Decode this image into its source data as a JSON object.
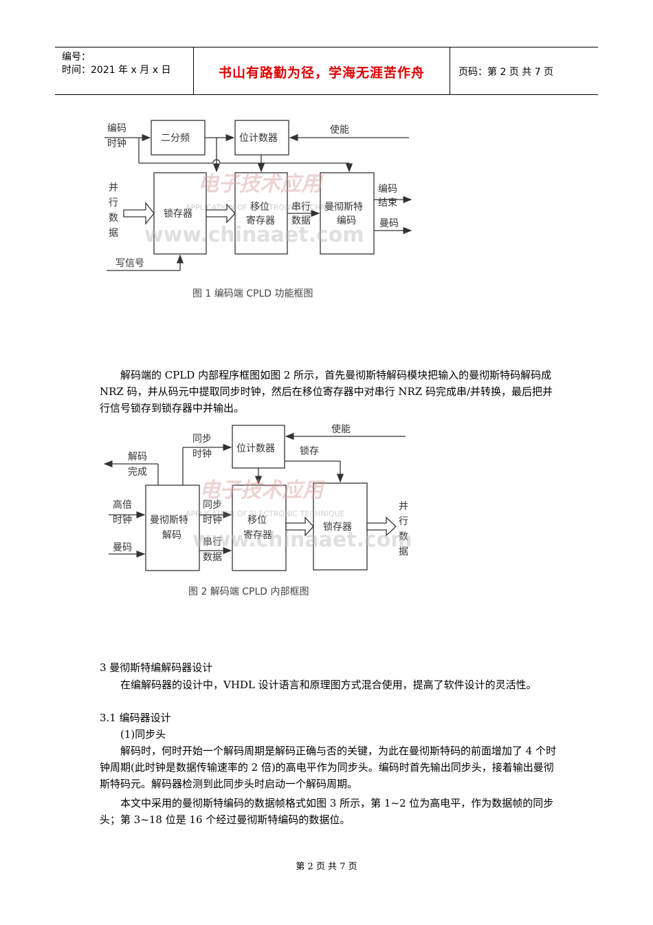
{
  "header": {
    "code_label": "编号：",
    "time_label": "时间：2021 年 x 月 x 日",
    "motto": "书山有路勤为径，学海无涯苦作舟",
    "page_label": "页码：第 2 页  共 7 页"
  },
  "figure1": {
    "caption": "图 1   编码端 CPLD 功能框图",
    "labels": {
      "encode_clock_1": "编码",
      "encode_clock_2": "时钟",
      "divider": "二分频",
      "bit_counter": "位计数器",
      "enable": "使能",
      "parallel_1": "并",
      "parallel_2": "行",
      "parallel_3": "数",
      "parallel_4": "据",
      "latch": "锁存器",
      "shift_1": "移位",
      "shift_2": "寄存器",
      "serial_1": "串行",
      "serial_2": "数据",
      "manchester_1": "曼彻斯特",
      "manchester_2": "编码",
      "enc_done_1": "编码",
      "enc_done_2": "结束",
      "manchester_code": "曼码",
      "write_signal": "写信号"
    }
  },
  "paragraph1": "解码端的 CPLD 内部程序框图如图 2 所示，首先曼彻斯特解码模块把输入的曼彻斯特码解码成 NRZ 码，并从码元中提取同步时钟，然后在移位寄存器中对串行 NRZ 码完成串/并转换，最后把并行信号锁存到锁存器中并输出。",
  "figure2": {
    "caption": "图 2   解码端 CPLD 内部框图",
    "labels": {
      "sync_clock_1": "同步",
      "sync_clock_2": "时钟",
      "bit_counter": "位计数器",
      "enable": "使能",
      "decode_done_1": "解码",
      "decode_done_2": "完成",
      "latch_signal": "锁存",
      "high_clock_1": "高倍",
      "high_clock_2": "时钟",
      "manchester_dec_1": "曼彻斯特",
      "manchester_dec_2": "解码",
      "inner_sync_1": "同步",
      "inner_sync_2": "时钟",
      "shift_1": "移位",
      "shift_2": "寄存器",
      "latch": "锁存器",
      "out_1": "并",
      "out_2": "行",
      "out_3": "数",
      "out_4": "据",
      "manchester_code": "曼码",
      "serial_1": "串行",
      "serial_2": "数据"
    }
  },
  "watermark": {
    "brand_cn": "电子技术应用",
    "brand_en": "APPLICATION OF ELECTRONIC TECHNIQUE",
    "url": "www.chinaaet.com"
  },
  "section_title": "3 曼彻斯特编解码器设计",
  "paragraph2": "在编解码器的设计中，VHDL 设计语言和原理图方式混合使用，提高了软件设计的灵活性。",
  "subsection_title": "3.1 编码器设计",
  "item_title": "(1)同步头",
  "paragraph3": "解码时，何时开始一个解码周期是解码正确与否的关键，为此在曼彻斯特码的前面增加了 4 个时钟周期(此时钟是数据传输速率的 2 倍)的高电平作为同步头。编码时首先输出同步头，接着输出曼彻斯特码元。解码器检测到此同步头时启动一个解码周期。",
  "paragraph4": "本文中采用的曼彻斯特编码的数据帧格式如图 3 所示，第 1~2 位为高电平，作为数据帧的同步头；第 3~18 位是 16 个经过曼彻斯特编码的数据位。",
  "footer": "第  2  页  共  7  页"
}
